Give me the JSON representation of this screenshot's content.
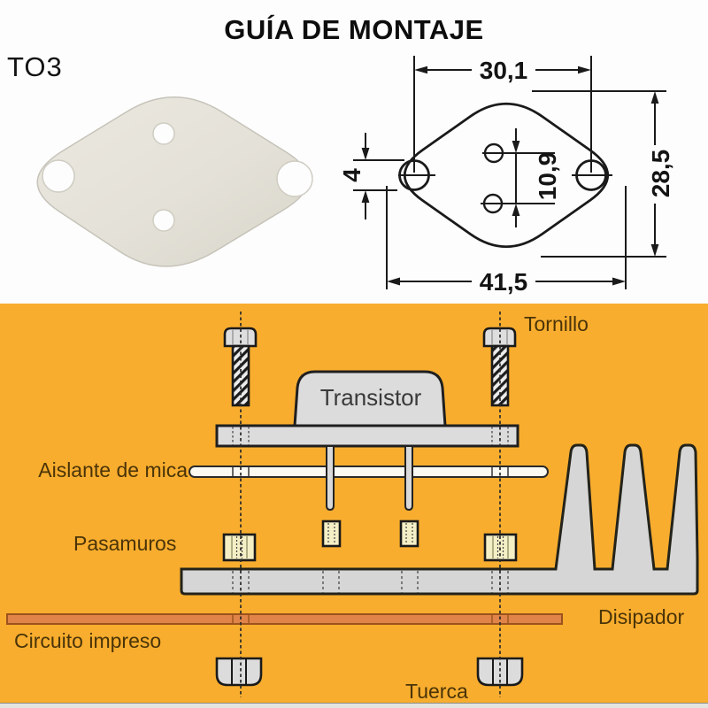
{
  "title": "GUÍA DE MONTAJE",
  "package": {
    "label": "TO3"
  },
  "drawing": {
    "dim_top_width": "30,1",
    "dim_hole_diameter": "4",
    "dim_pin_spacing": "10,9",
    "dim_overall_height": "28,5",
    "dim_overall_width": "41,5"
  },
  "assembly": {
    "screw_label": "Tornillo",
    "transistor_label": "Transistor",
    "mica_label": "Aislante de mica",
    "bushing_label": "Pasamuros",
    "heatsink_label": "Disipador",
    "pcb_label": "Circuito impreso",
    "nut_label": "Tuerca"
  },
  "colors": {
    "section_background": "#F8AD2E",
    "label_text": "#4A3408",
    "drawing_line": "#1A1A1A",
    "metal_fill": "#DCDCDC",
    "mica_fill": "#FBFAF2",
    "bushing_fill": "#F5EFC6",
    "pcb_fill": "#E08449",
    "pcb_border": "#9C531D",
    "photo_mica": "#E4E1D8"
  }
}
